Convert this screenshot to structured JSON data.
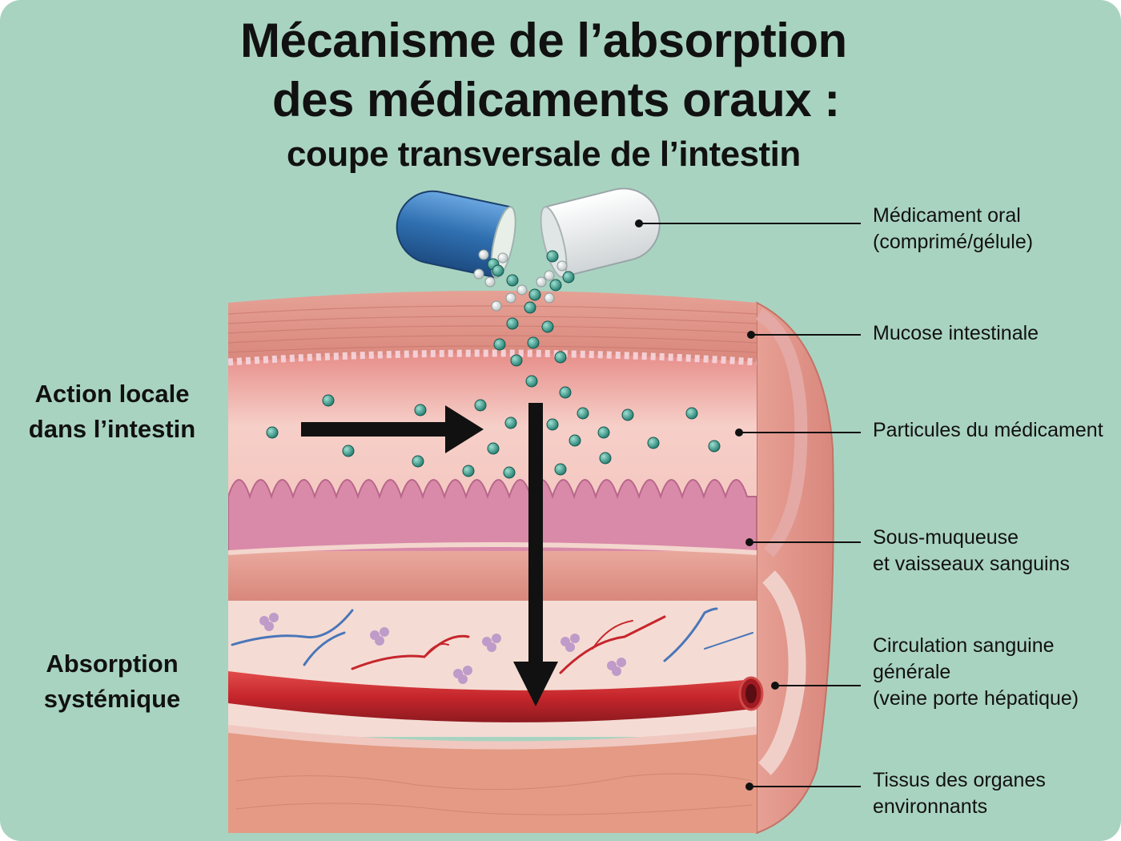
{
  "title": {
    "line1": "Mécanisme de l’absorption",
    "line2": "des médicaments oraux :",
    "line3": "coupe transversale de l’intestin"
  },
  "left_labels": {
    "local_action": [
      "Action locale",
      "dans l’intestin"
    ],
    "systemic_absorption": [
      "Absorption",
      "systémique"
    ]
  },
  "callouts": {
    "oral_drug": [
      "Médicament oral",
      "(comprimé/gélule)"
    ],
    "mucosa": [
      "Mucose intestinale"
    ],
    "particles": [
      "Particules du médicament"
    ],
    "submucosa": [
      "Sous-muqueuse",
      "et vaisseaux sanguins"
    ],
    "circulation": [
      "Circulation sanguine",
      "générale",
      "(veine porte hépatique)"
    ],
    "organ_tissue": [
      "Tissus des organes",
      "environnants"
    ]
  },
  "colors": {
    "background": "#a9d3c1",
    "capsule_blue": "#2f6fb0",
    "capsule_white": "#f1f1f1",
    "particle": "#3a9a8a",
    "muscle": "#e7998e",
    "lumen": "#f3c3bc",
    "villi": "#d98aa8",
    "blood_vessel": "#c6262c",
    "vein": "#4a76b8",
    "arrow": "#111111"
  }
}
